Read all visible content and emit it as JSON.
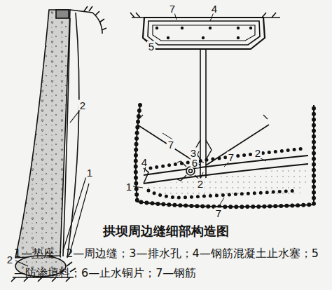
{
  "diagram": {
    "caption": "拱坝周边缝细部构造图",
    "labels": [
      "2",
      "1",
      "2",
      "7",
      "4",
      "5",
      "7",
      "6",
      "2",
      "3",
      "7",
      "2",
      "4",
      "1",
      "7",
      "1—垫座；2—周边缝；3—排水孔；4—钢筋混凝土止水塞；5—防渗填料；6—止水铜片；7—钢筋"
    ]
  }
}
